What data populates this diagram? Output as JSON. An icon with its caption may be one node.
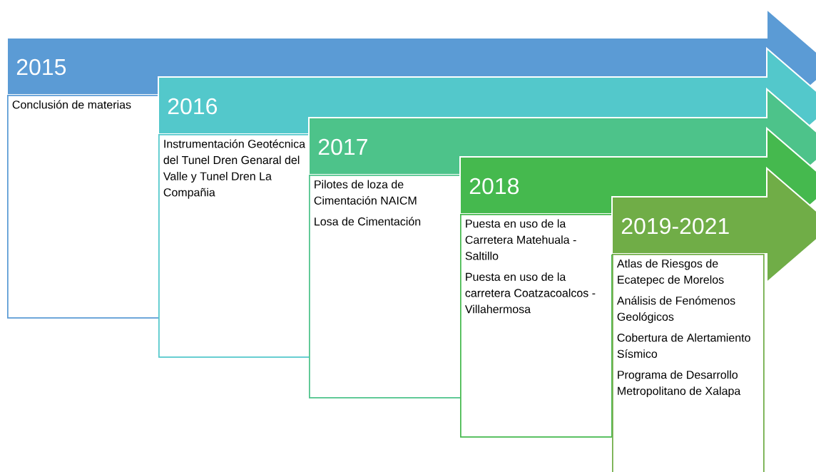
{
  "diagram": {
    "nodes": [
      {
        "text": [
          "2015"
        ]
      },
      {
        "text": [
          "Conclusión de materias"
        ]
      },
      {
        "text": [
          "2016"
        ]
      },
      {
        "text": [
          "Instrumentación Geotécnica del Tunel Dren Genaral del Valle y Tunel Dren La Compañia"
        ]
      },
      {
        "text": [
          "2017"
        ]
      },
      {
        "text": [
          "Pilotes de loza de Cimentación NAICM",
          "Losa de Cimentación"
        ]
      },
      {
        "text": [
          "2018"
        ]
      },
      {
        "text": [
          "Puesta en uso de la Carretera Matehuala - Saltillo",
          "Puesta en uso de la carretera Coatzacoalcos - Villahermosa"
        ]
      },
      {
        "text": [
          "2019-2021"
        ]
      },
      {
        "text": [
          "Atlas de Riesgos de Ecatepec de Morelos",
          "Análisis de Fenómenos Geológicos",
          "Cobertura de Alertamiento Sísmico",
          "Programa de Desarrollo Metropolitano de Xalapa"
        ]
      }
    ]
  }
}
